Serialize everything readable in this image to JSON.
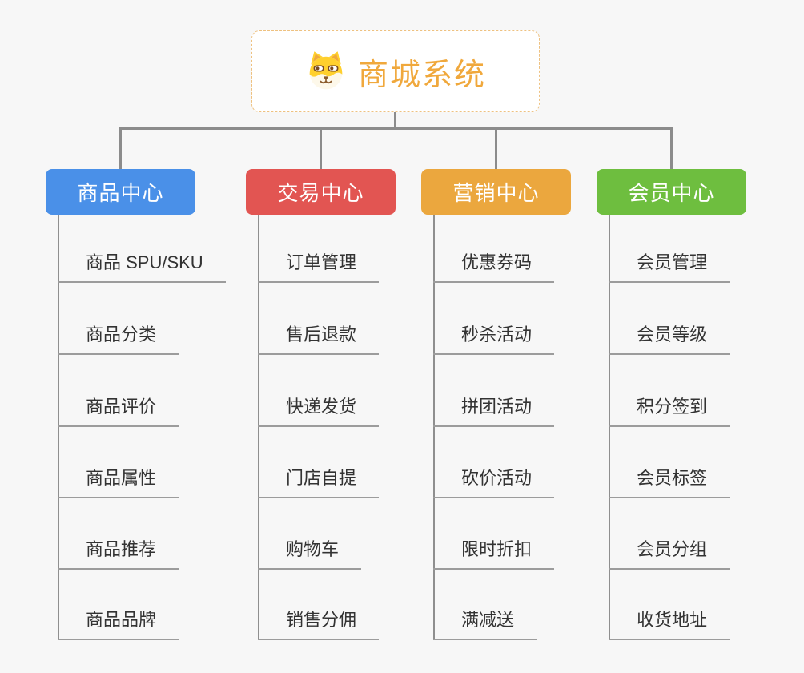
{
  "page": {
    "background": "#f7f7f7",
    "connector_color": "#8c8c8c",
    "trunk_color": "#8f8f8f",
    "underline_color": "#9c9c9c",
    "item_text_color": "#333333"
  },
  "root": {
    "title": "商城系统",
    "text_color": "#f0a83c",
    "border_color": "#eec180",
    "background": "#ffffff",
    "icon": "dog-face-icon"
  },
  "branches": [
    {
      "id": "products",
      "label": "商品中心",
      "color": "#4a90e8",
      "items": [
        "商品 SPU/SKU",
        "商品分类",
        "商品评价",
        "商品属性",
        "商品推荐",
        "商品品牌"
      ]
    },
    {
      "id": "trade",
      "label": "交易中心",
      "color": "#e25552",
      "items": [
        "订单管理",
        "售后退款",
        "快递发货",
        "门店自提",
        "购物车",
        "销售分佣"
      ]
    },
    {
      "id": "marketing",
      "label": "营销中心",
      "color": "#eba73e",
      "items": [
        "优惠券码",
        "秒杀活动",
        "拼团活动",
        "砍价活动",
        "限时折扣",
        "满减送"
      ]
    },
    {
      "id": "members",
      "label": "会员中心",
      "color": "#6ebe3f",
      "items": [
        "会员管理",
        "会员等级",
        "积分签到",
        "会员标签",
        "会员分组",
        "收货地址"
      ]
    }
  ]
}
